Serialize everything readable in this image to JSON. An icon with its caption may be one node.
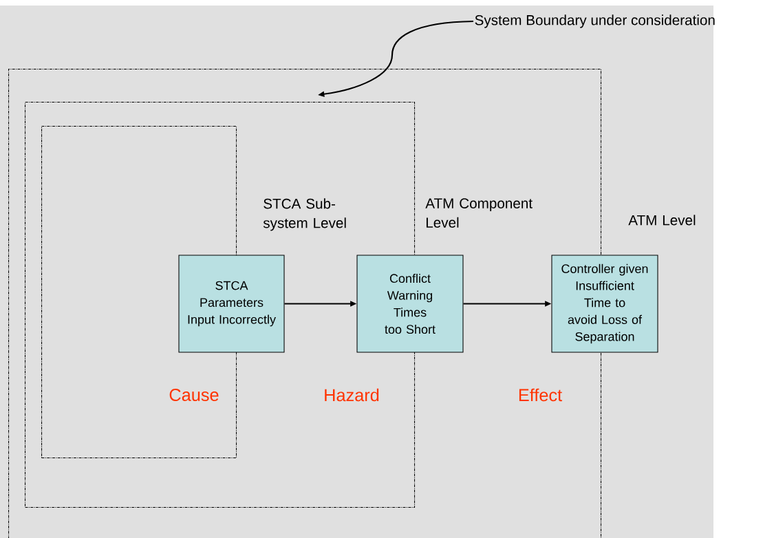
{
  "diagram": {
    "nodes": [
      {
        "text": [
          "ATM Level"
        ]
      },
      {
        "text": [
          "ATM Component Level"
        ],
        "in": 0
      },
      {
        "text": [
          "STCA Sub-system Level"
        ],
        "in": 1
      },
      {
        "text": [
          "STCA Parameters Input Incorrectly"
        ],
        "in": 1
      },
      {
        "text": [
          "Conflict Warning Times too Short"
        ],
        "in": 0
      },
      {
        "text": [
          "Controller given Insufficient Time to avoid Loss of Separation"
        ]
      },
      {
        "text": [
          "System Boundary under consideration"
        ]
      }
    ],
    "edges": [
      {
        "from": 3,
        "to": 4,
        "arrow": "to"
      },
      {
        "from": 4,
        "to": 5,
        "arrow": "to"
      },
      {
        "from": 6,
        "to": 1,
        "arrow": "to"
      }
    ],
    "labels": [
      "Cause",
      "Hazard",
      "Effect"
    ]
  }
}
